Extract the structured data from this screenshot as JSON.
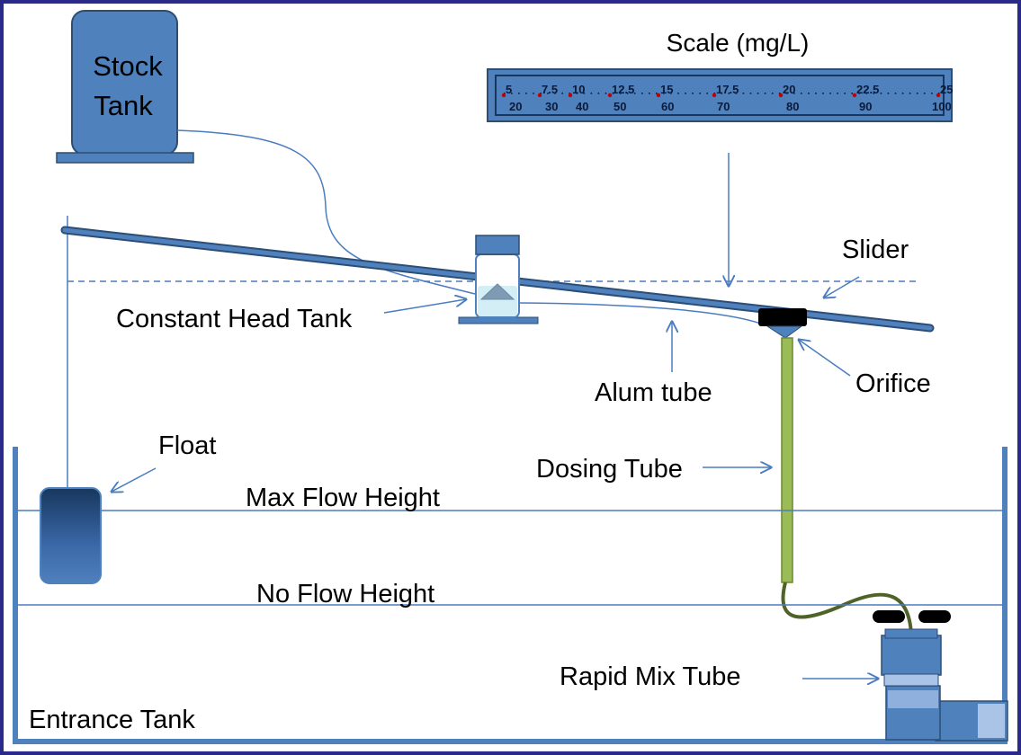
{
  "labels": {
    "stock_tank_line1": "Stock",
    "stock_tank_line2": "Tank",
    "scale_title": "Scale (mg/L)",
    "slider": "Slider",
    "constant_head_tank": "Constant Head Tank",
    "alum_tube": "Alum tube",
    "orifice": "Orifice",
    "float": "Float",
    "dosing_tube": "Dosing Tube",
    "max_flow_height": "Max Flow Height",
    "no_flow_height": "No Flow Height",
    "rapid_mix_tube": "Rapid Mix Tube",
    "entrance_tank": "Entrance Tank"
  },
  "scale": {
    "top": [
      "5",
      "7.5",
      "10",
      "12.5",
      "15",
      "17.5",
      "20",
      "22.5",
      "25"
    ],
    "bottom": [
      "20",
      "30",
      "40",
      "50",
      "60",
      "70",
      "80",
      "90",
      "100"
    ]
  },
  "colors": {
    "frame": "#2a2a8a",
    "component_blue": "#4f81bd",
    "component_dark": "#2c4d75",
    "line_blue": "#4a7cc0",
    "dosing_tube_green": "#9bbb59",
    "flex_tube_olive": "#4f6228",
    "orifice_black": "#000000",
    "scale_marker_red": "#c00000"
  }
}
